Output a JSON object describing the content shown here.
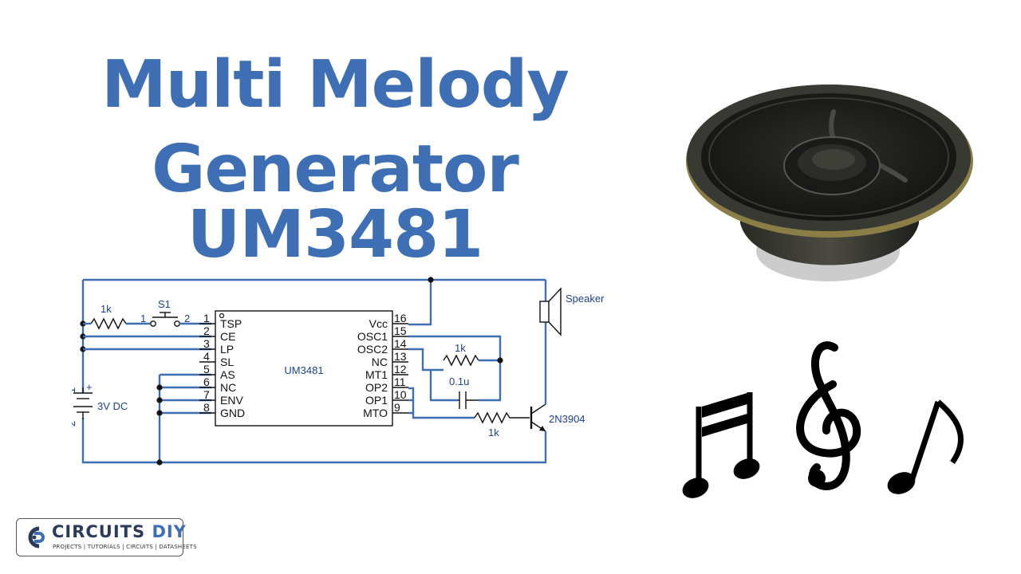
{
  "title": {
    "line1": "Multi Melody",
    "line2": "Generator UM3481"
  },
  "colors": {
    "title": "#3e6fb5",
    "wire": "#3e6fb5",
    "label": "#1f3f8f",
    "symbol": "#111111"
  },
  "schematic": {
    "ic_name": "UM3481",
    "left_pins": [
      {
        "num": "1",
        "name": "TSP"
      },
      {
        "num": "2",
        "name": "CE"
      },
      {
        "num": "3",
        "name": "LP"
      },
      {
        "num": "4",
        "name": "SL"
      },
      {
        "num": "5",
        "name": "AS"
      },
      {
        "num": "6",
        "name": "NC"
      },
      {
        "num": "7",
        "name": "ENV"
      },
      {
        "num": "8",
        "name": "GND"
      }
    ],
    "right_pins": [
      {
        "num": "16",
        "name": "Vcc"
      },
      {
        "num": "15",
        "name": "OSC1"
      },
      {
        "num": "14",
        "name": "OSC2"
      },
      {
        "num": "13",
        "name": "NC"
      },
      {
        "num": "12",
        "name": "MT1"
      },
      {
        "num": "11",
        "name": "OP2"
      },
      {
        "num": "10",
        "name": "OP1"
      },
      {
        "num": "9",
        "name": "MTO"
      }
    ],
    "labels": {
      "r_in": "1k",
      "switch": "S1",
      "switch_pin1": "1",
      "switch_pin2": "2",
      "battery": "3V DC",
      "battery_plus": "+",
      "battery_pin1": "1",
      "battery_pin2": "2",
      "r_osc": "1k",
      "cap": "0.1u",
      "r_base": "1k",
      "transistor": "2N3904",
      "speaker": "Speaker"
    }
  },
  "logo": {
    "brand_main": "CIRCUITS",
    "brand_accent": "DIY",
    "tagline": "PROJECTS | TUTORIALS | CIRCUITS | DATASHEETS"
  },
  "icons": {
    "speaker_photo": "speaker-icon",
    "notes": "music-notes-icon",
    "logo_mark": "circuit-logo-icon"
  }
}
